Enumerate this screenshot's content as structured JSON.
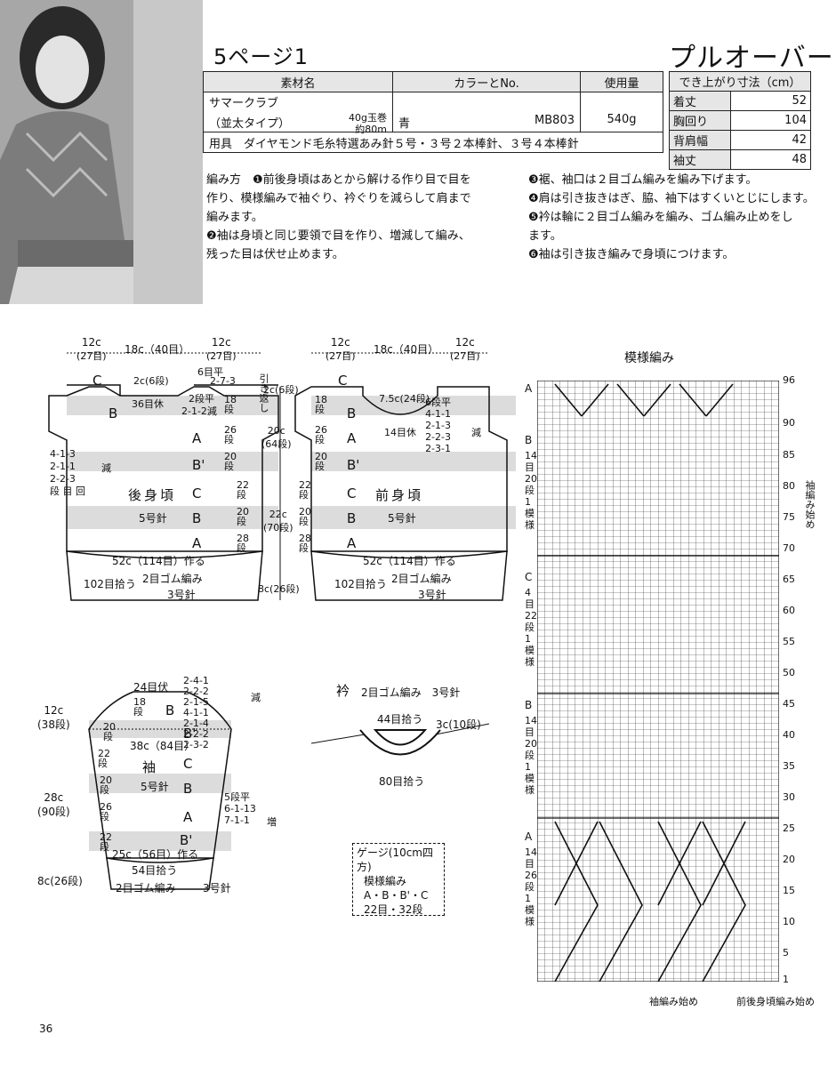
{
  "header": {
    "title": "5ページ1",
    "category": "プルオーバー"
  },
  "materials": {
    "headers": [
      "素材名",
      "カラーとNo.",
      "使用量"
    ],
    "yarn_name": "サマークラブ",
    "yarn_type": "（並太タイプ）",
    "ball_info_1": "40g玉巻",
    "ball_info_2": "約80m",
    "color": "青",
    "color_no": "MB803",
    "amount": "540g",
    "tools": "用具　ダイヤモンド毛糸特選あみ針５号・３号２本棒針、３号４本棒針"
  },
  "size_table": {
    "title": "でき上がり寸法（cm）",
    "rows": [
      {
        "label": "着丈",
        "value": "52"
      },
      {
        "label": "胸回り",
        "value": "104"
      },
      {
        "label": "背肩幅",
        "value": "42"
      },
      {
        "label": "袖丈",
        "value": "48"
      }
    ]
  },
  "instructions": {
    "left": [
      "編み方　❶前後身頃はあとから解ける作り目で目を",
      "作り、模様編みで袖ぐり、衿ぐりを減らして肩まで",
      "編みます。",
      "❷袖は身頃と同じ要領で目を作り、増減して編み、",
      "残った目は伏せ止めます。"
    ],
    "right": [
      "❸裾、袖口は２目ゴム編みを編み下げます。",
      "❹肩は引き抜きはぎ、脇、袖下はすくいとじにします。",
      "❺衿は輪に２目ゴム編みを編み、ゴム編み止めをし",
      "ます。",
      "❻袖は引き抜き編みで身頃につけます。"
    ]
  },
  "back": {
    "top_left": "12c",
    "top_left_sub": "(27目)",
    "top_mid": "18c（40目）",
    "top_right": "12c",
    "top_right_sub": "(27目)",
    "neck": "2c(6段)",
    "shoulder": "6目平",
    "shoulder_dec": "2-7-3",
    "dec1": "2段平",
    "dec2": "2-1-2減",
    "rest": "36目休",
    "hikikaeshi": "引き返し",
    "yoke_right": "2c",
    "yoke_right_sub": "(6段)",
    "armhole_right": "20c",
    "armhole_right_sub": "(64段)",
    "body_right": "22c",
    "body_right_sub": "(70段)",
    "rib_right": "8c(26段)",
    "left_dec": [
      "4-1-3",
      "2-1-1",
      "2-2-3",
      "段 目 回"
    ],
    "left_dec_label": "減",
    "name": "後身頃",
    "needle": "5号針",
    "width": "52c（114目）作る",
    "pick": "102目拾う",
    "rib": "2目ゴム編み",
    "rib_needle": "3号針",
    "rows": [
      "18段",
      "26段",
      "20段",
      "22段",
      "20段",
      "28段"
    ],
    "pattern_labels": [
      "B",
      "A",
      "B'",
      "C",
      "B",
      "A"
    ],
    "corner": "C"
  },
  "front": {
    "top_left": "12c",
    "top_left_sub": "(27目)",
    "top_mid": "18c（40目）",
    "top_right": "12c",
    "top_right_sub": "(27目)",
    "neck": "7.5c(24段)",
    "neck_dec": [
      "6段平",
      "4-1-1",
      "2-1-3",
      "2-2-3",
      "2-3-1"
    ],
    "neck_dec_label": "減",
    "rest": "14目休",
    "name": "前身頃",
    "needle": "5号針",
    "width": "52c（114目）作る",
    "pick": "102目拾う",
    "rib": "2目ゴム編み",
    "rib_needle": "3号針",
    "rows": [
      "18段",
      "26段",
      "20段",
      "22段",
      "20段",
      "28段"
    ],
    "pattern_labels": [
      "B",
      "A",
      "B'",
      "C",
      "B",
      "A"
    ],
    "corner": "C"
  },
  "sleeve": {
    "top": "24目伏",
    "cap_dec": [
      "2-4-1",
      "2-2-2",
      "2-1-5",
      "4-1-1",
      "2-1-4",
      "2-2-2",
      "2-3-2"
    ],
    "cap_dec_label": "減",
    "left_1": "12c",
    "left_1_sub": "(38段)",
    "left_2": "28c",
    "left_2_sub": "(90段)",
    "left_3": "8c(26段)",
    "mid": "38c（84目）",
    "name": "袖",
    "needle": "5号針",
    "inc": [
      "5段平",
      "6-1-13",
      "7-1-1"
    ],
    "inc_label": "増",
    "bottom": "25c（56目）作る",
    "pick": "54目拾う",
    "rib": "2目ゴム編み",
    "rib_needle": "3号針",
    "rows": [
      "18段",
      "20段",
      "22段",
      "20段",
      "26段",
      "22段"
    ],
    "pattern_labels": [
      "B",
      "B'",
      "C",
      "B",
      "A",
      "B'"
    ]
  },
  "collar": {
    "title": "衿",
    "title_note": "2目ゴム編み　3号針",
    "pick_top": "44目拾う",
    "height": "3c(10段)",
    "pick_bottom": "80目拾う"
  },
  "gauge": {
    "title": "ゲージ(10cm四方)",
    "line1": "模様編み",
    "line2": "A・B・B'・C",
    "line3": "22目・32段"
  },
  "chart": {
    "title": "模様編み",
    "row_numbers": [
      "96",
      "90",
      "85",
      "80",
      "75",
      "70",
      "65",
      "60",
      "55",
      "50",
      "45",
      "40",
      "35",
      "30",
      "25",
      "20",
      "15",
      "10",
      "5",
      "1"
    ],
    "sections": [
      {
        "label": "A"
      },
      {
        "label": "B",
        "note": "14目 20段 1模様"
      },
      {
        "label": "C",
        "note": "4目 22段 1模様"
      },
      {
        "label": "B",
        "note": "14目 20段 1模様"
      },
      {
        "label": "A",
        "note": "14目 26段 1模様"
      }
    ],
    "sleeve_start_right": "袖編み始め",
    "sleeve_start_bottom": "袖編み始め",
    "body_start": "前後身頃編み始め"
  },
  "page_number": "36"
}
